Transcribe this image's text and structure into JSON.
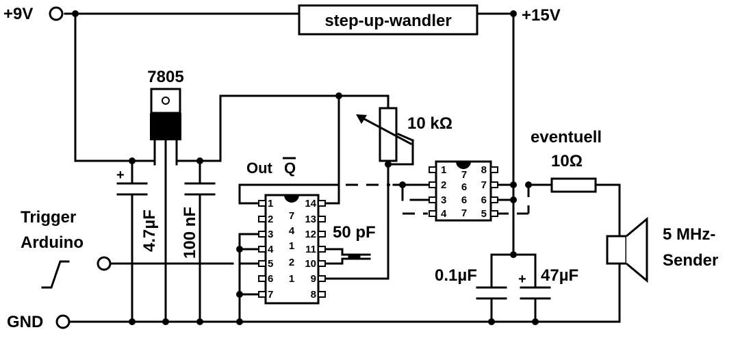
{
  "supply": {
    "plus9": "+9V",
    "plus15": "+15V",
    "gnd": "GND",
    "converter": "step-up-wandler"
  },
  "regulator": {
    "name": "7805"
  },
  "trigger": {
    "line1": "Trigger",
    "line2": "Arduino"
  },
  "capacitors": {
    "c1": "4.7µF",
    "c2": "100 nF",
    "c3": "50 pF",
    "c4": "0.1µF",
    "c5": "47µF"
  },
  "resistors": {
    "pot": "10 kΩ",
    "optional_note": "eventuell",
    "optional_value": "10Ω"
  },
  "ic14": {
    "out_label": "Out",
    "q_label": "Q",
    "left_pins": [
      "1",
      "2",
      "3",
      "4",
      "5",
      "6",
      "7"
    ],
    "right_pins": [
      "14",
      "13",
      "12",
      "11",
      "10",
      "9",
      "8"
    ],
    "inner": [
      "7",
      "4",
      "1",
      "2",
      "1"
    ]
  },
  "ic8": {
    "left_pins": [
      "1",
      "2",
      "3",
      "4"
    ],
    "right_pins": [
      "8",
      "7",
      "6",
      "5"
    ],
    "inner": [
      "7",
      "6",
      "6",
      "7"
    ]
  },
  "speaker": {
    "line1": "5 MHz-",
    "line2": "Sender"
  }
}
